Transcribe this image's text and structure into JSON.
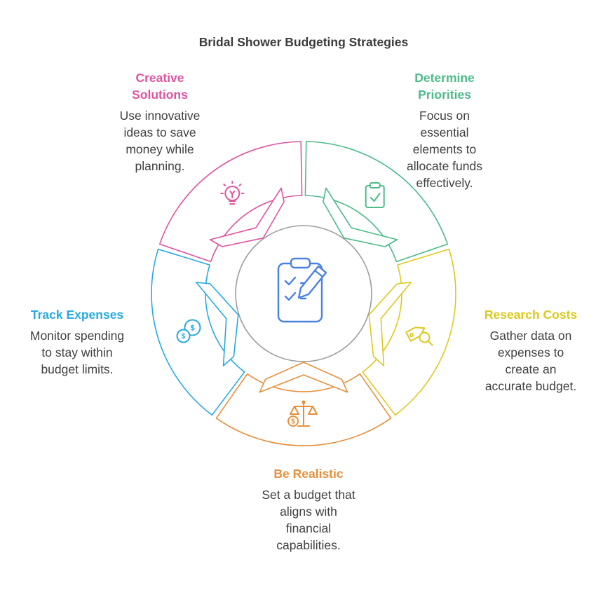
{
  "title": "Bridal Shower Budgeting Strategies",
  "diagram": {
    "center_icon": "clipboard-pencil-icon",
    "center_icon_color": "#4a82e4",
    "center_ring_color": "#9c9c9c",
    "segments": [
      {
        "id": "determine-priorities",
        "color": "#4cbb88",
        "icon": "clipboard-check-icon"
      },
      {
        "id": "research-costs",
        "color": "#ddc81e",
        "icon": "tag-search-icon"
      },
      {
        "id": "be-realistic",
        "color": "#e78f3c",
        "icon": "scales-icon"
      },
      {
        "id": "track-expenses",
        "color": "#27aae1",
        "icon": "coins-icon"
      },
      {
        "id": "creative-solutions",
        "color": "#e0539e",
        "icon": "lightbulb-icon"
      }
    ]
  },
  "labels": {
    "creative_solutions": {
      "heading_lines": [
        "Creative",
        "Solutions"
      ],
      "description_lines": [
        "Use innovative",
        "ideas to save",
        "money while",
        "planning."
      ]
    },
    "determine_priorities": {
      "heading_lines": [
        "Determine",
        "Priorities"
      ],
      "description_lines": [
        "Focus on",
        "essential",
        "elements to",
        "allocate funds",
        "effectively."
      ]
    },
    "track_expenses": {
      "heading_lines": [
        "Track Expenses"
      ],
      "description_lines": [
        "Monitor spending",
        "to stay within",
        "budget limits."
      ]
    },
    "research_costs": {
      "heading_lines": [
        "Research Costs"
      ],
      "description_lines": [
        "Gather data on",
        "expenses to",
        "create an",
        "accurate budget."
      ]
    },
    "be_realistic": {
      "heading_lines": [
        "Be Realistic"
      ],
      "description_lines": [
        "Set a budget that",
        "aligns with",
        "financial",
        "capabilities."
      ]
    }
  }
}
